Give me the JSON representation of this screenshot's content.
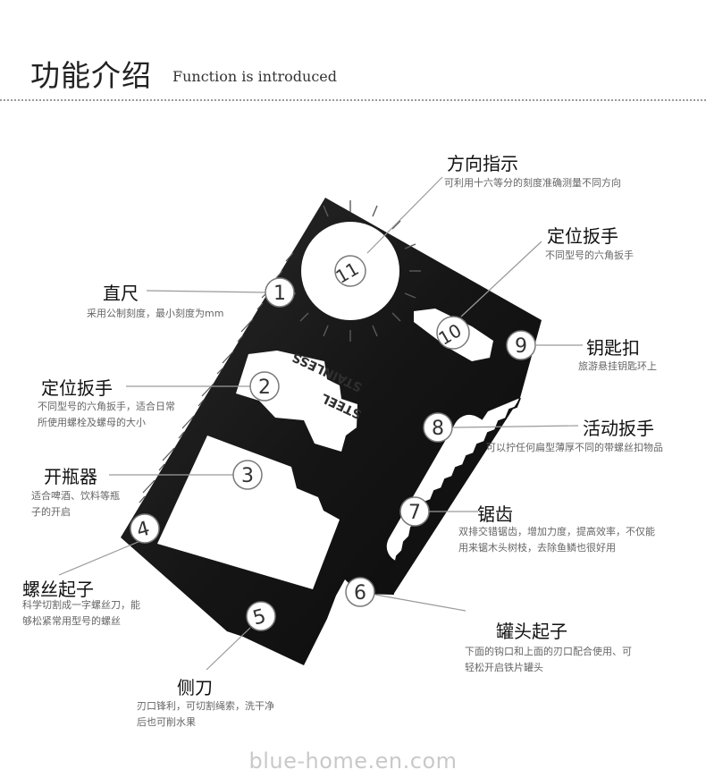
{
  "header": {
    "title_cn": "功能介绍",
    "title_en": "Function is introduced"
  },
  "card": {
    "engraving_line1": "STAINLESS",
    "engraving_line2": "STEEL"
  },
  "features": [
    {
      "num": "1",
      "title": "直尺",
      "desc": [
        "采用公制刻度，最小刻度为mm"
      ]
    },
    {
      "num": "2",
      "title": "定位扳手",
      "desc": [
        "不同型号的六角扳手，适合日常",
        "所使用螺栓及螺母的大小"
      ]
    },
    {
      "num": "3",
      "title": "开瓶器",
      "desc": [
        "适合啤酒、饮料等瓶",
        "子的开启"
      ]
    },
    {
      "num": "4",
      "title": "螺丝起子",
      "desc": [
        "科学切割成一字螺丝刀，能",
        "够松紧常用型号的螺丝"
      ]
    },
    {
      "num": "5",
      "title": "侧刀",
      "desc": [
        "刃口锋利，可切割绳索，洗干净",
        "后也可削水果"
      ]
    },
    {
      "num": "6",
      "title": "罐头起子",
      "desc": [
        "下面的钩口和上面的刃口配合使用、可",
        "轻松开启铁片罐头"
      ]
    },
    {
      "num": "7",
      "title": "锯齿",
      "desc": [
        "双排交错锯齿，增加力度，提高效率，不仅能",
        "用来锯木头树枝，去除鱼鳞也很好用"
      ]
    },
    {
      "num": "8",
      "title": "活动扳手",
      "desc": [
        "可以拧任何扁型薄厚不同的带螺丝扣物品"
      ]
    },
    {
      "num": "9",
      "title": "钥匙扣",
      "desc": [
        "旅游悬挂钥匙环上"
      ]
    },
    {
      "num": "10",
      "title": "定位扳手",
      "desc": [
        "不同型号的六角扳手"
      ]
    },
    {
      "num": "11",
      "title": "方向指示",
      "desc": [
        "可利用十六等分的刻度准确测量不同方向"
      ]
    }
  ],
  "watermark": "blue-home.en.com"
}
